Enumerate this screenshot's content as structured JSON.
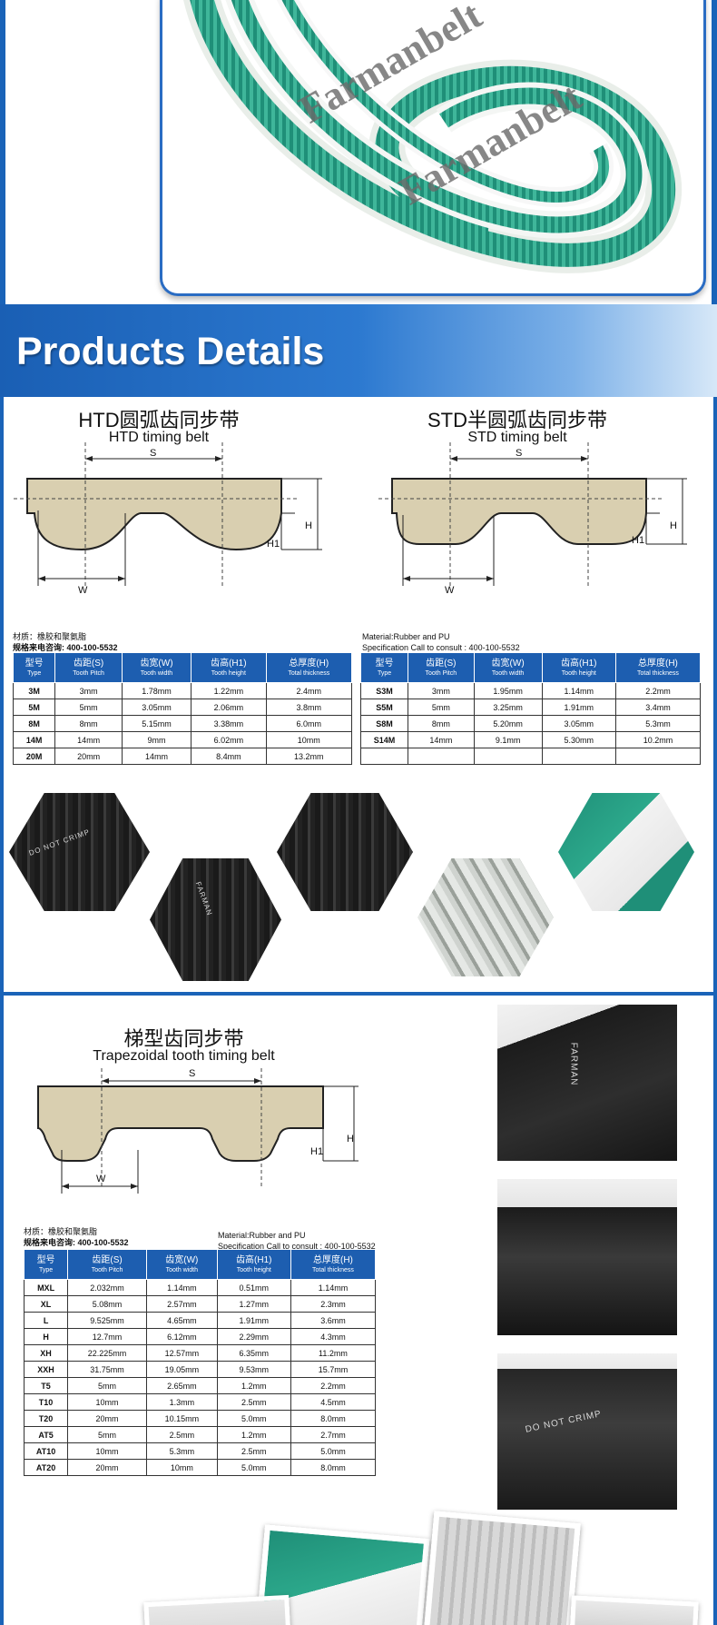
{
  "hero": {
    "watermark_1": "Farmanbelt",
    "watermark_2": "Farmanbelt"
  },
  "banner": {
    "title": "Products Details"
  },
  "htd": {
    "title_cn": "HTD圆弧齿同步带",
    "title_en": "HTD timing belt",
    "labels": {
      "s": "S",
      "w": "W",
      "h": "H",
      "h1": "H1"
    },
    "material_cn": "材质：橡胶和聚氨脂",
    "consult_cn": "规格来电咨询: 400-100-5532",
    "headers": [
      {
        "cn": "型号",
        "en": "Type"
      },
      {
        "cn": "齿距(S)",
        "en": "Tooth Pitch"
      },
      {
        "cn": "齿宽(W)",
        "en": "Tooth width"
      },
      {
        "cn": "齿高(H1)",
        "en": "Tooth height"
      },
      {
        "cn": "总厚度(H)",
        "en": "Total thickness"
      }
    ],
    "rows": [
      [
        "3M",
        "3mm",
        "1.78mm",
        "1.22mm",
        "2.4mm"
      ],
      [
        "5M",
        "5mm",
        "3.05mm",
        "2.06mm",
        "3.8mm"
      ],
      [
        "8M",
        "8mm",
        "5.15mm",
        "3.38mm",
        "6.0mm"
      ],
      [
        "14M",
        "14mm",
        "9mm",
        "6.02mm",
        "10mm"
      ],
      [
        "20M",
        "20mm",
        "14mm",
        "8.4mm",
        "13.2mm"
      ]
    ]
  },
  "std": {
    "title_cn": "STD半圆弧齿同步带",
    "title_en": "STD timing belt",
    "labels": {
      "s": "S",
      "w": "W",
      "h": "H",
      "h1": "H1"
    },
    "material_en": "Material:Rubber and PU",
    "consult_en": "Specification Call to consult : 400-100-5532",
    "headers": [
      {
        "cn": "型号",
        "en": "Type"
      },
      {
        "cn": "齿距(S)",
        "en": "Tooth Pitch"
      },
      {
        "cn": "齿宽(W)",
        "en": "Tooth width"
      },
      {
        "cn": "齿高(H1)",
        "en": "Tooth height"
      },
      {
        "cn": "总厚度(H)",
        "en": "Total thickness"
      }
    ],
    "rows": [
      [
        "S3M",
        "3mm",
        "1.95mm",
        "1.14mm",
        "2.2mm"
      ],
      [
        "S5M",
        "5mm",
        "3.25mm",
        "1.91mm",
        "3.4mm"
      ],
      [
        "S8M",
        "8mm",
        "5.20mm",
        "3.05mm",
        "5.3mm"
      ],
      [
        "S14M",
        "14mm",
        "9.1mm",
        "5.30mm",
        "10.2mm"
      ],
      [
        "",
        "",
        "",
        "",
        ""
      ]
    ]
  },
  "trap": {
    "title_cn": "梯型齿同步带",
    "title_en": "Trapezoidal tooth timing belt",
    "labels": {
      "s": "S",
      "w": "W",
      "h": "H",
      "h1": "H1"
    },
    "material_cn": "材质：橡胶和聚氨脂",
    "consult_cn": "规格来电咨询: 400-100-5532",
    "material_en": "Material:Rubber and PU",
    "consult_en": "Specification Call to consult : 400-100-5532",
    "headers": [
      {
        "cn": "型号",
        "en": "Type"
      },
      {
        "cn": "齿距(S)",
        "en": "Tooth Pitch"
      },
      {
        "cn": "齿宽(W)",
        "en": "Tooth width"
      },
      {
        "cn": "齿高(H1)",
        "en": "Tooth height"
      },
      {
        "cn": "总厚度(H)",
        "en": "Total thickness"
      }
    ],
    "rows": [
      [
        "MXL",
        "2.032mm",
        "1.14mm",
        "0.51mm",
        "1.14mm"
      ],
      [
        "XL",
        "5.08mm",
        "2.57mm",
        "1.27mm",
        "2.3mm"
      ],
      [
        "L",
        "9.525mm",
        "4.65mm",
        "1.91mm",
        "3.6mm"
      ],
      [
        "H",
        "12.7mm",
        "6.12mm",
        "2.29mm",
        "4.3mm"
      ],
      [
        "XH",
        "22.225mm",
        "12.57mm",
        "6.35mm",
        "11.2mm"
      ],
      [
        "XXH",
        "31.75mm",
        "19.05mm",
        "9.53mm",
        "15.7mm"
      ],
      [
        "T5",
        "5mm",
        "2.65mm",
        "1.2mm",
        "2.2mm"
      ],
      [
        "T10",
        "10mm",
        "1.3mm",
        "2.5mm",
        "4.5mm"
      ],
      [
        "T20",
        "20mm",
        "10.15mm",
        "5.0mm",
        "8.0mm"
      ],
      [
        "AT5",
        "5mm",
        "2.5mm",
        "1.2mm",
        "2.7mm"
      ],
      [
        "AT10",
        "10mm",
        "5.3mm",
        "2.5mm",
        "5.0mm"
      ],
      [
        "AT20",
        "20mm",
        "10mm",
        "5.0mm",
        "8.0mm"
      ]
    ]
  },
  "photos": {
    "belt_print": "DO NOT CRIMP",
    "belt_brand": "FARMAN"
  },
  "colors": {
    "brand_blue": "#1d5eb0",
    "belt_beige": "#d9cfb0",
    "belt_green": "#1f8f78"
  }
}
